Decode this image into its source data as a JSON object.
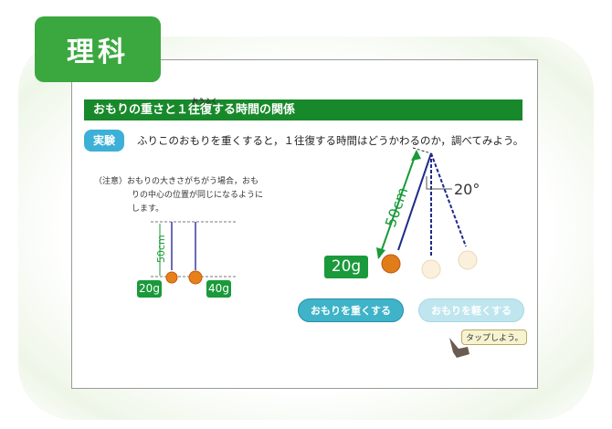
{
  "subject": "理科",
  "title": {
    "text": "おもりの重さと１往復する時間の関係",
    "ruby": "おうふく"
  },
  "experiment": {
    "badge": "実験",
    "text": "ふりこのおもりを重くすると，１往復する時間はどうかわるのか，調べてみよう。"
  },
  "note": {
    "line1": "（注意）おもりの大きさがちがう場合，おも",
    "line2": "りの中心の位置が同じになるように",
    "line3": "します。"
  },
  "left_diagram": {
    "length": "50cm",
    "weight_a": "20g",
    "weight_b": "40g"
  },
  "right_diagram": {
    "length": "50cm",
    "angle": "20°",
    "weight": "20g"
  },
  "buttons": {
    "heavier": "おもりを重くする",
    "lighter": "おもりを軽くする"
  },
  "hint": "タップしよう。",
  "colors": {
    "green": "#18892a",
    "teal": "#3fb3c8"
  }
}
